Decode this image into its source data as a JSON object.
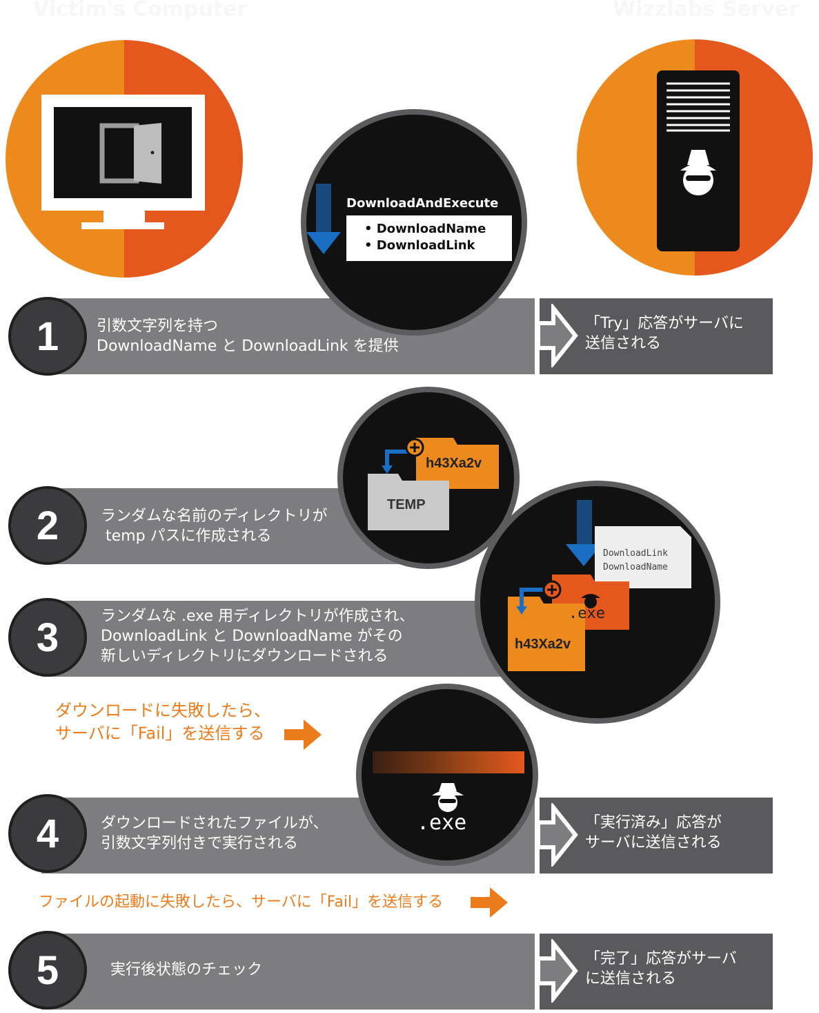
{
  "headers": {
    "left": "Victim's Computer",
    "right": "Wizzlabs Server"
  },
  "circle1": {
    "title": "DownloadAndExecute",
    "items": [
      "DownloadName",
      "DownloadLink"
    ]
  },
  "steps": [
    {
      "number": "1",
      "lines": [
        "引数文字列を持つ",
        "DownloadName と DownloadLink を提供"
      ],
      "server": [
        "「Try」応答がサーバに",
        "送信される"
      ]
    },
    {
      "number": "2",
      "lines": [
        "ランダムな名前のディレクトリが",
        " temp パスに作成される"
      ]
    },
    {
      "number": "3",
      "lines": [
        "ランダムな .exe 用ディレクトリが作成され、",
        "DownloadLink と DownloadName がその",
        "新しいディレクトリにダウンロードされる"
      ]
    },
    {
      "number": "4",
      "lines": [
        "ダウンロードされたファイルが、",
        "引数文字列付きで実行される"
      ],
      "server": [
        "「実行済み」応答が",
        "サーバに送信される"
      ]
    },
    {
      "number": "5",
      "lines": [
        "実行後状態のチェック"
      ],
      "server": [
        "「完了」応答がサーバ",
        "に送信される"
      ]
    }
  ],
  "circle2": {
    "folder_new": "h43Xa2v",
    "folder_temp": "TEMP"
  },
  "circle3": {
    "doc_lines": [
      "DownloadLink",
      "DownloadName"
    ],
    "exe": ".exe",
    "folder": "h43Xa2v"
  },
  "circle4": {
    "exe": ".exe"
  },
  "fail1": [
    "ダウンロードに失敗したら、",
    "サーバに「Fail」を送信する"
  ],
  "fail2": "ファイルの起動に失敗したら、サーバに「Fail」を送信する",
  "colors": {
    "orange_light": "#ec8a1e",
    "orange_dark": "#e4581e",
    "bar": "#7d7d7f",
    "server_box": "#5a5a5c",
    "blue": "#1a6fc4"
  }
}
